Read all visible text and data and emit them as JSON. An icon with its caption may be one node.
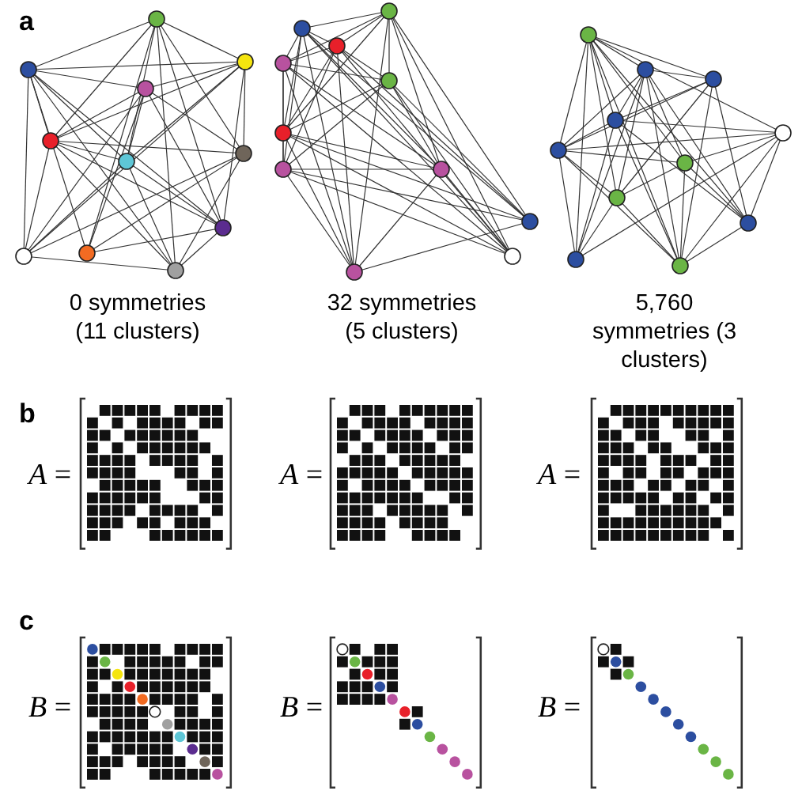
{
  "diagram": {
    "labels": [
      "a",
      "0 symmetries (11 clusters)",
      "32 symmetries (5 clusters)",
      "5,760 symmetries (3 clusters)",
      "b",
      "*A* =",
      "*A* =",
      "*A* =",
      "c",
      "*B* =",
      "*B* =",
      "*B* ="
    ]
  }
}
